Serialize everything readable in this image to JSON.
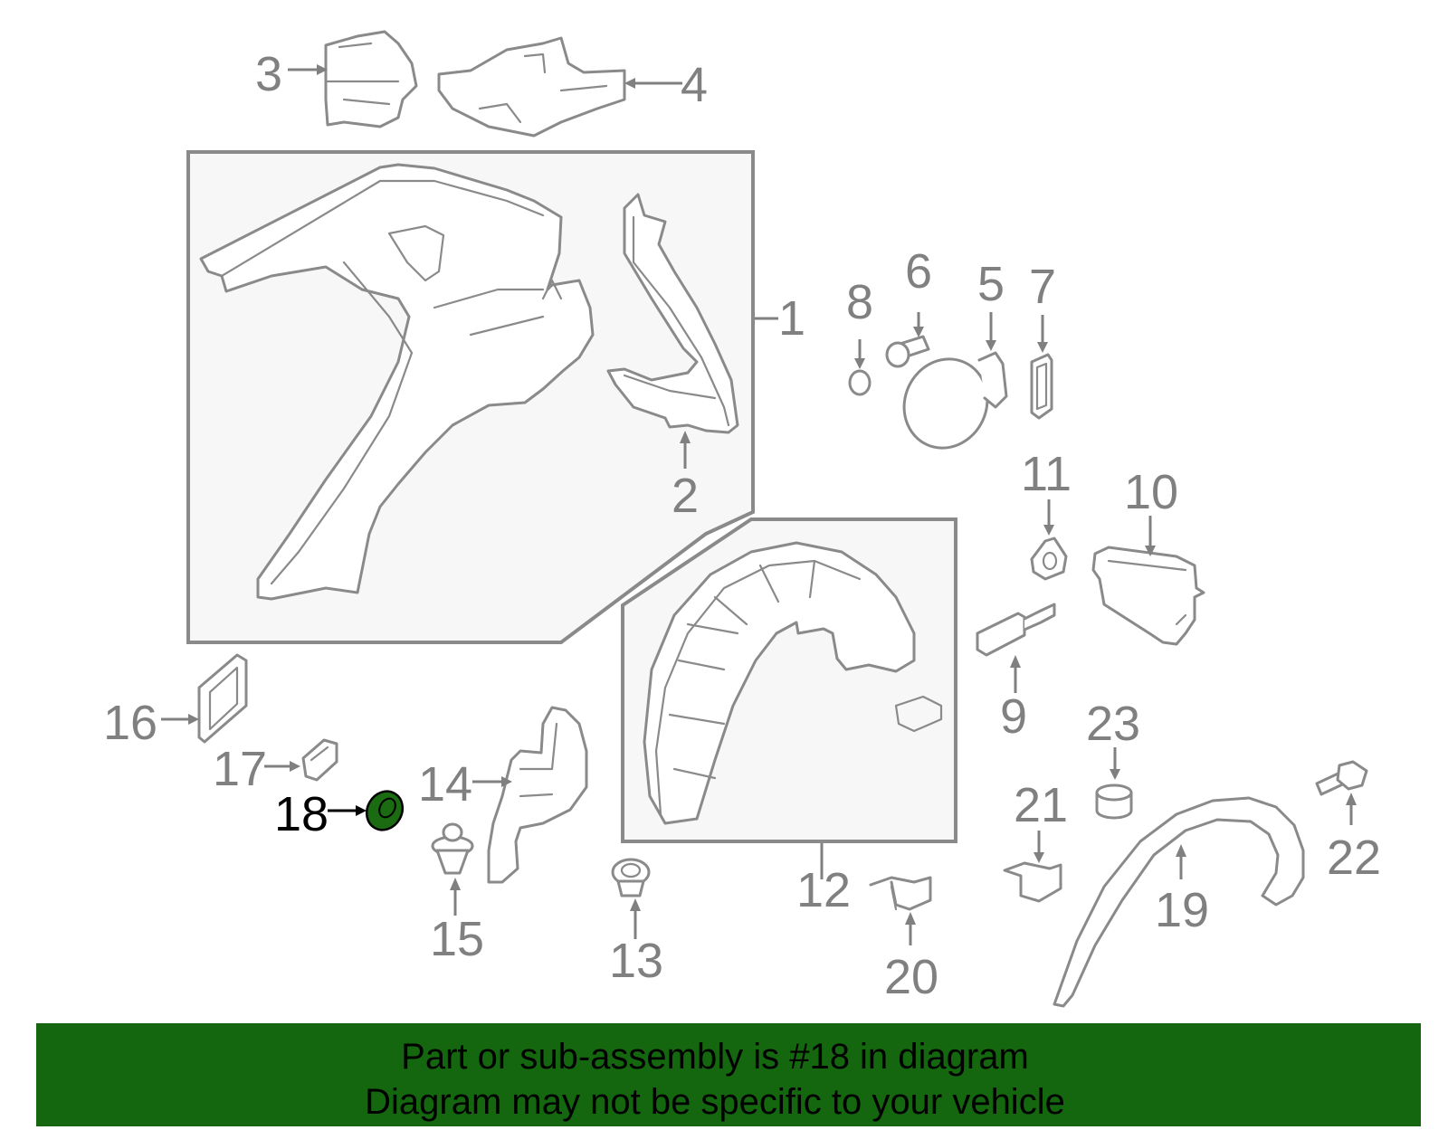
{
  "colors": {
    "banner_bg": "#14670e",
    "highlight_part": "#1a6b12",
    "label_gray": "#808080",
    "label_highlight": "#000000",
    "line": "#8a8a8a"
  },
  "callouts": {
    "c1": "1",
    "c2": "2",
    "c3": "3",
    "c4": "4",
    "c5": "5",
    "c6": "6",
    "c7": "7",
    "c8": "8",
    "c9": "9",
    "c10": "10",
    "c11": "11",
    "c12": "12",
    "c13": "13",
    "c14": "14",
    "c15": "15",
    "c16": "16",
    "c17": "17",
    "c18": "18",
    "c19": "19",
    "c20": "20",
    "c21": "21",
    "c22": "22",
    "c23": "23"
  },
  "highlighted_callout": "18",
  "banner": {
    "line1": "Part or sub-assembly is #18 in diagram",
    "line2": "Diagram may not be specific to your vehicle"
  }
}
